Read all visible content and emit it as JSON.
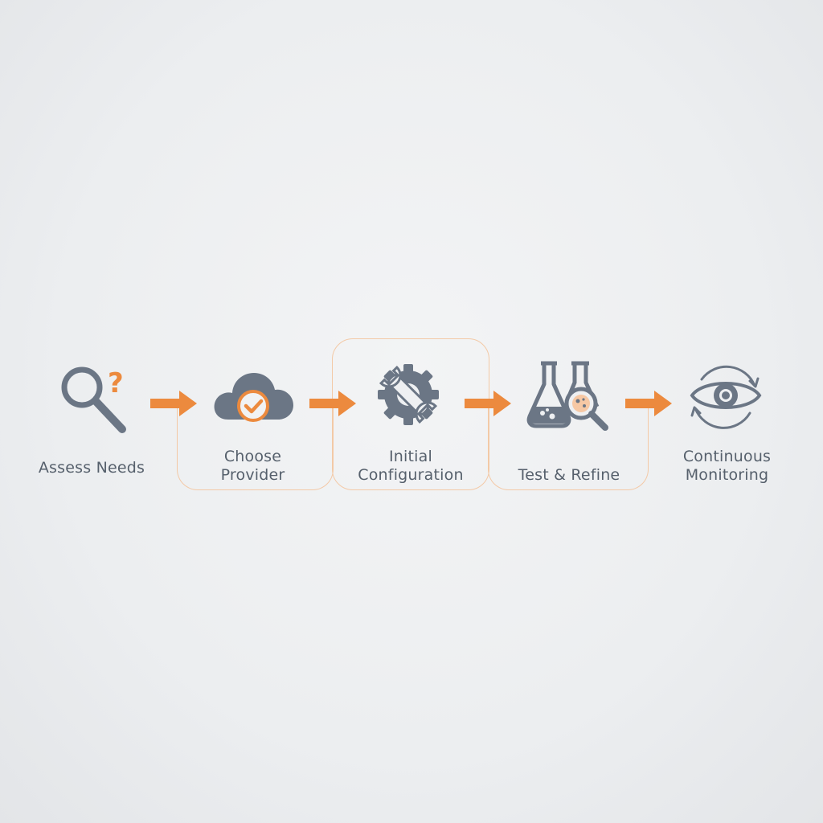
{
  "diagram": {
    "steps": [
      {
        "icon": "magnifier-question-icon",
        "line1": "Assess Needs",
        "line2": ""
      },
      {
        "icon": "cloud-check-icon",
        "line1": "Choose",
        "line2": "Provider"
      },
      {
        "icon": "gear-wrench-icon",
        "line1": "Initial",
        "line2": "Configuration"
      },
      {
        "icon": "flasks-magnifier-icon",
        "line1": "Test & Refine",
        "line2": ""
      },
      {
        "icon": "eye-cycle-icon",
        "line1": "Continuous",
        "line2": "Monitoring"
      }
    ],
    "colors": {
      "icon_gray": "#6b7685",
      "accent_orange": "#ec8a3e",
      "box_border": "#f3c9a6",
      "text": "#56606c"
    }
  }
}
